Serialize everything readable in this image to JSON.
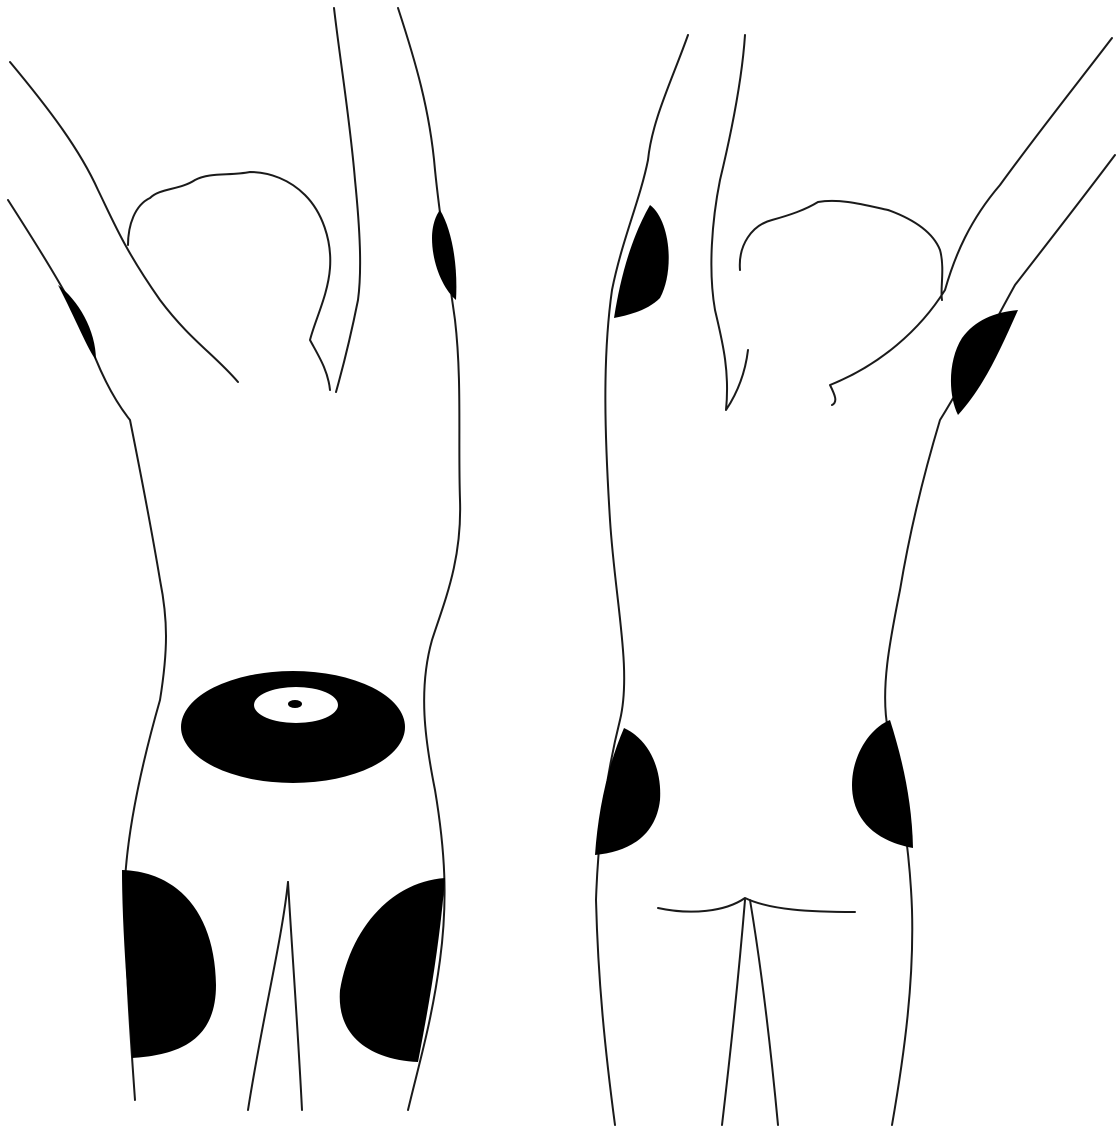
{
  "figures": [
    {
      "view": "front",
      "name": "front-view-figure"
    },
    {
      "view": "back",
      "name": "back-view-figure"
    }
  ],
  "colors": {
    "background": "#ffffff",
    "outline": "#1a1a1a",
    "highlighted_zone": "#000000"
  }
}
